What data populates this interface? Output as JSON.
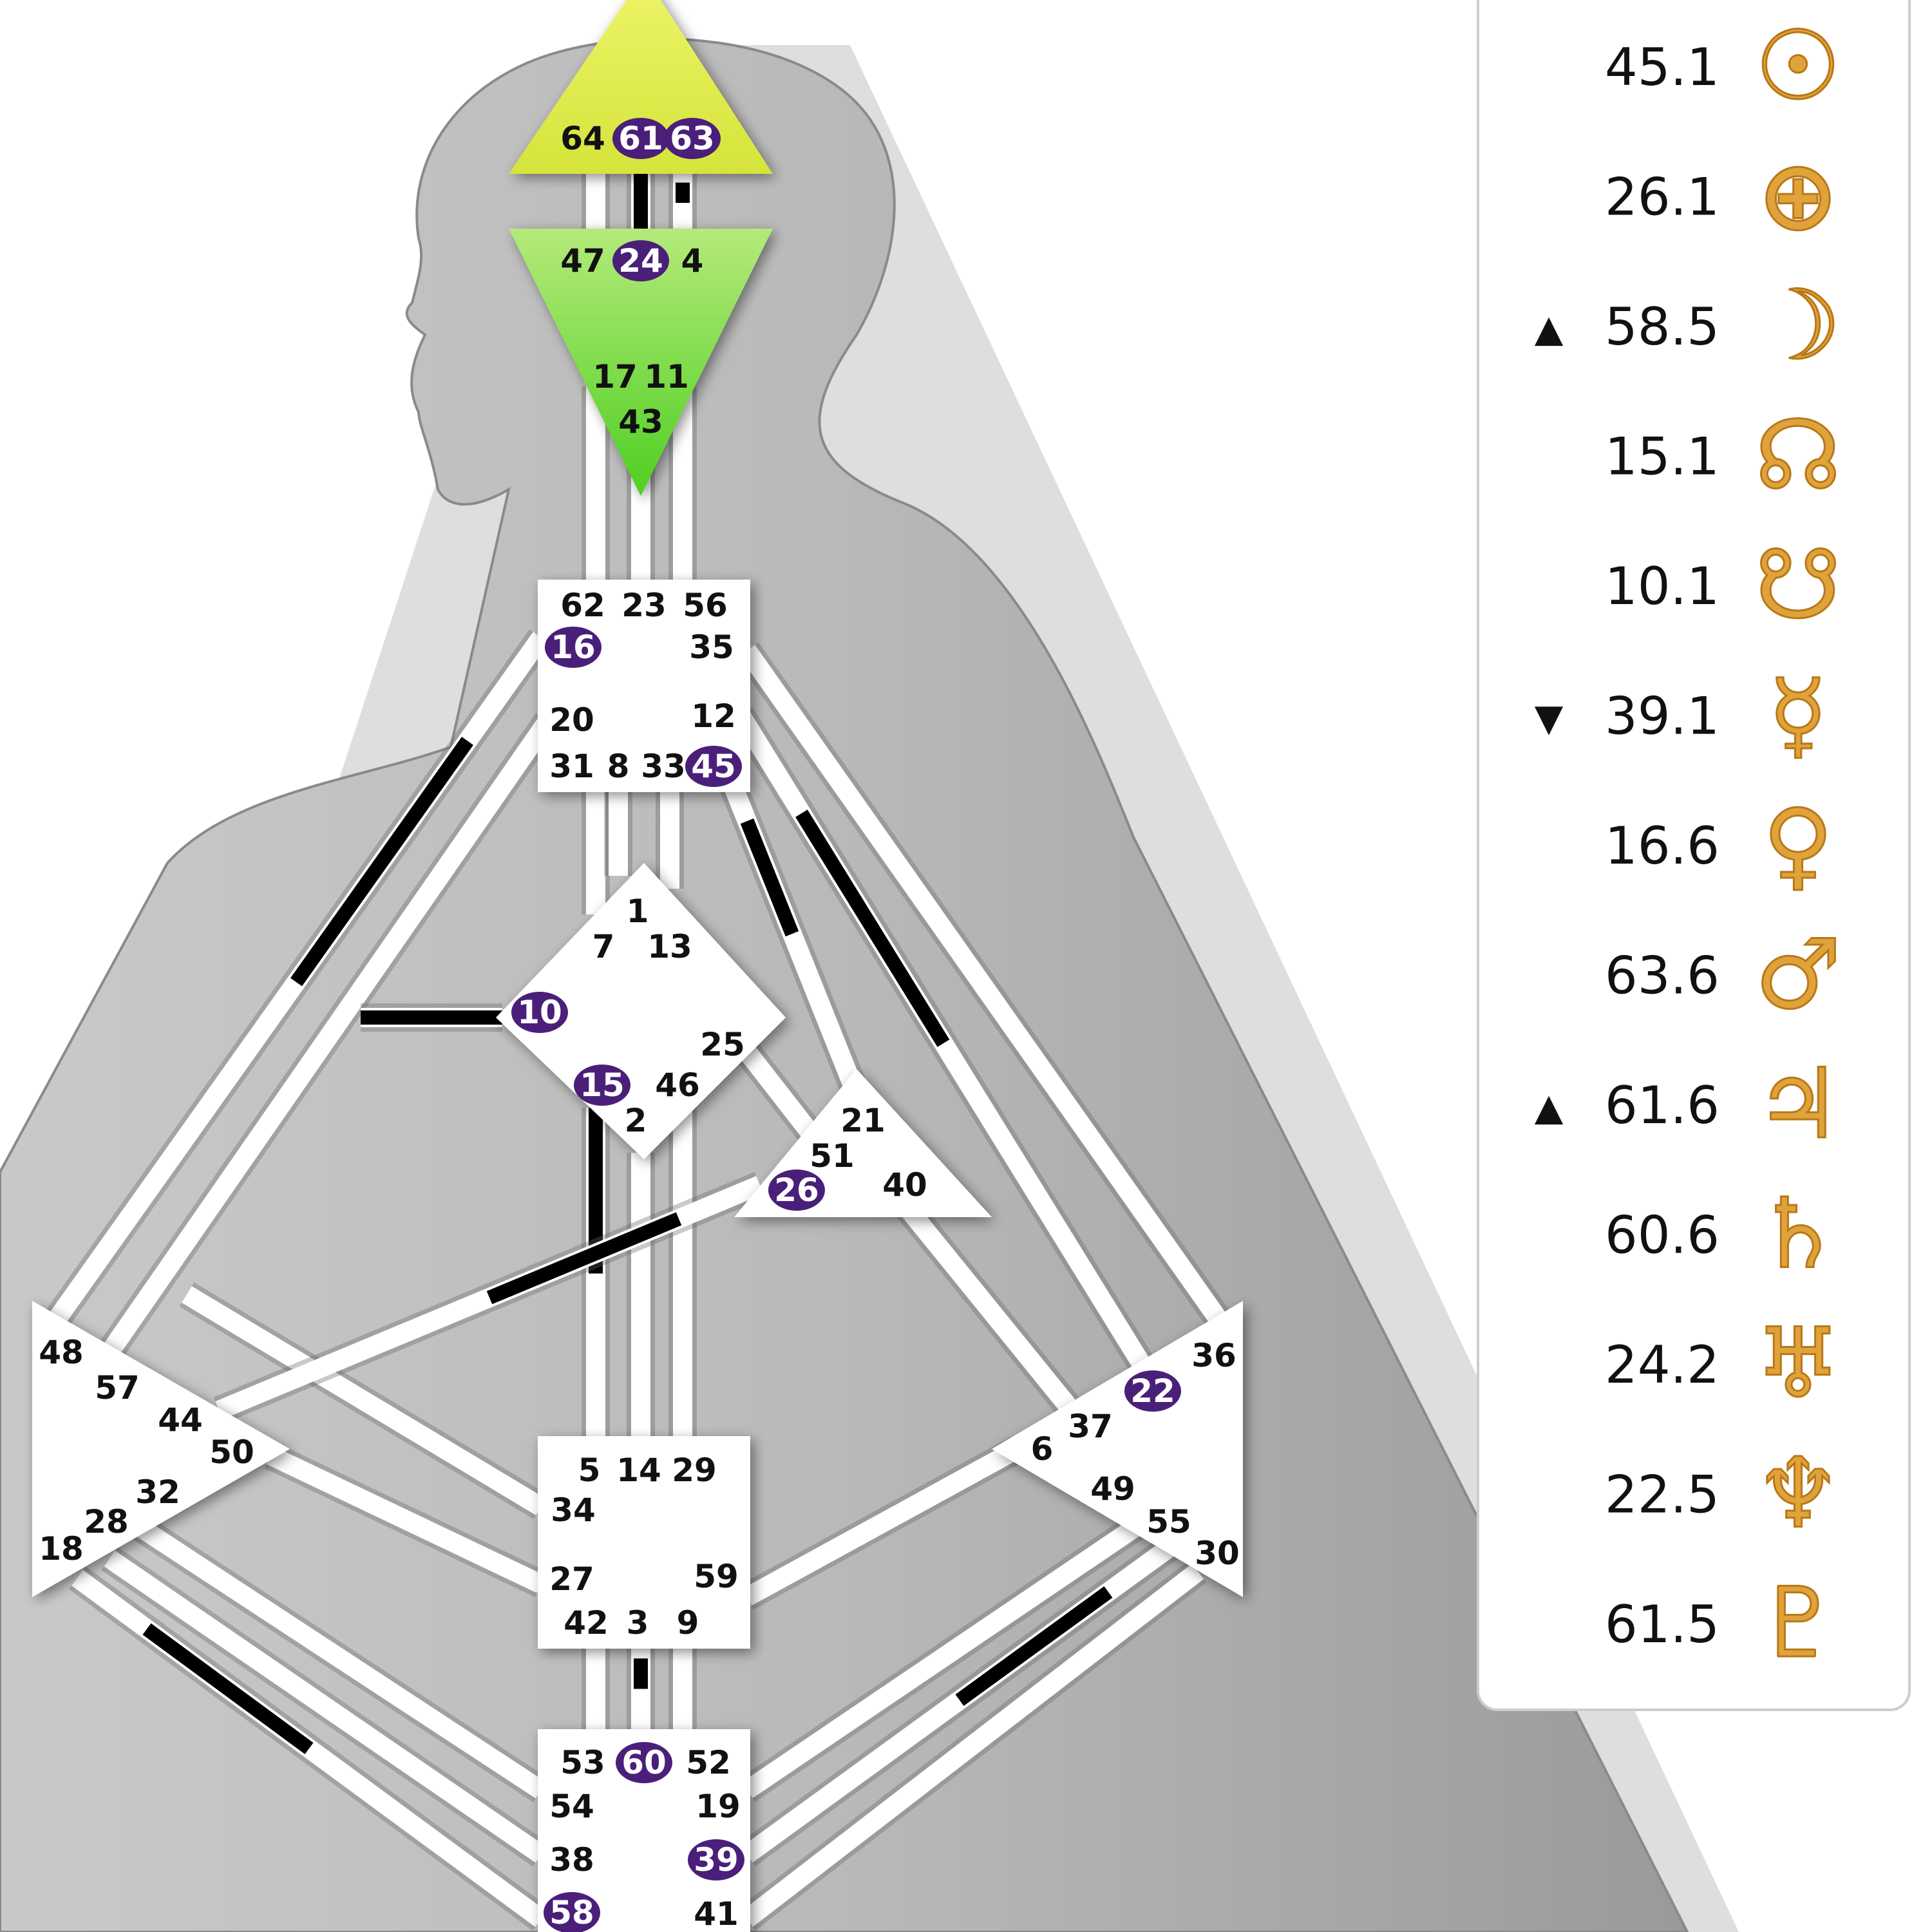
{
  "colors": {
    "active_gate_fill": "#4a1f7a",
    "head_center": "#dfee4d",
    "ajna_center": "#7edc3a",
    "channel_defined": "#000000",
    "center_undefined": "#ffffff",
    "silhouette": "#c4c4c4",
    "planet_glyph": "#e0a23a"
  },
  "gates": [
    {
      "id": "64",
      "active": false
    },
    {
      "id": "61",
      "active": true
    },
    {
      "id": "63",
      "active": true
    },
    {
      "id": "47",
      "active": false
    },
    {
      "id": "24",
      "active": true
    },
    {
      "id": "4",
      "active": false
    },
    {
      "id": "17",
      "active": false
    },
    {
      "id": "11",
      "active": false
    },
    {
      "id": "43",
      "active": false
    },
    {
      "id": "62",
      "active": false
    },
    {
      "id": "23",
      "active": false
    },
    {
      "id": "56",
      "active": false
    },
    {
      "id": "16",
      "active": true
    },
    {
      "id": "35",
      "active": false
    },
    {
      "id": "20",
      "active": false
    },
    {
      "id": "12",
      "active": false
    },
    {
      "id": "31",
      "active": false
    },
    {
      "id": "8",
      "active": false
    },
    {
      "id": "33",
      "active": false
    },
    {
      "id": "45",
      "active": true
    },
    {
      "id": "1",
      "active": false
    },
    {
      "id": "7",
      "active": false
    },
    {
      "id": "13",
      "active": false
    },
    {
      "id": "10",
      "active": true
    },
    {
      "id": "25",
      "active": false
    },
    {
      "id": "15",
      "active": true
    },
    {
      "id": "46",
      "active": false
    },
    {
      "id": "2",
      "active": false
    },
    {
      "id": "21",
      "active": false
    },
    {
      "id": "51",
      "active": false
    },
    {
      "id": "26",
      "active": true
    },
    {
      "id": "40",
      "active": false
    },
    {
      "id": "48",
      "active": false
    },
    {
      "id": "57",
      "active": false
    },
    {
      "id": "44",
      "active": false
    },
    {
      "id": "50",
      "active": false
    },
    {
      "id": "32",
      "active": false
    },
    {
      "id": "28",
      "active": false
    },
    {
      "id": "18",
      "active": false
    },
    {
      "id": "36",
      "active": false
    },
    {
      "id": "22",
      "active": true
    },
    {
      "id": "37",
      "active": false
    },
    {
      "id": "6",
      "active": false
    },
    {
      "id": "49",
      "active": false
    },
    {
      "id": "55",
      "active": false
    },
    {
      "id": "30",
      "active": false
    },
    {
      "id": "5",
      "active": false
    },
    {
      "id": "14",
      "active": false
    },
    {
      "id": "29",
      "active": false
    },
    {
      "id": "34",
      "active": false
    },
    {
      "id": "27",
      "active": false
    },
    {
      "id": "59",
      "active": false
    },
    {
      "id": "42",
      "active": false
    },
    {
      "id": "3",
      "active": false
    },
    {
      "id": "9",
      "active": false
    },
    {
      "id": "53",
      "active": false
    },
    {
      "id": "60",
      "active": true
    },
    {
      "id": "52",
      "active": false
    },
    {
      "id": "54",
      "active": false
    },
    {
      "id": "19",
      "active": false
    },
    {
      "id": "38",
      "active": false
    },
    {
      "id": "39",
      "active": true
    },
    {
      "id": "58",
      "active": true
    },
    {
      "id": "41",
      "active": false
    }
  ],
  "planets": [
    {
      "value": "45.1",
      "arrow": "",
      "icon": "sun-icon",
      "glyph": "☉"
    },
    {
      "value": "26.1",
      "arrow": "",
      "icon": "earth-icon",
      "glyph": "⊕"
    },
    {
      "value": "58.5",
      "arrow": "▲",
      "icon": "moon-icon",
      "glyph": "☽"
    },
    {
      "value": "15.1",
      "arrow": "",
      "icon": "north-node-icon",
      "glyph": "☊"
    },
    {
      "value": "10.1",
      "arrow": "",
      "icon": "south-node-icon",
      "glyph": "☋"
    },
    {
      "value": "39.1",
      "arrow": "▼",
      "icon": "mercury-icon",
      "glyph": "☿"
    },
    {
      "value": "16.6",
      "arrow": "",
      "icon": "venus-icon",
      "glyph": "♀"
    },
    {
      "value": "63.6",
      "arrow": "",
      "icon": "mars-icon",
      "glyph": "♂"
    },
    {
      "value": "61.6",
      "arrow": "▲",
      "icon": "jupiter-icon",
      "glyph": "♃"
    },
    {
      "value": "60.6",
      "arrow": "",
      "icon": "saturn-icon",
      "glyph": "♄"
    },
    {
      "value": "24.2",
      "arrow": "",
      "icon": "uranus-icon",
      "glyph": "♅"
    },
    {
      "value": "22.5",
      "arrow": "",
      "icon": "neptune-icon",
      "glyph": "♆"
    },
    {
      "value": "61.5",
      "arrow": "",
      "icon": "pluto-icon",
      "glyph": "♇"
    }
  ]
}
